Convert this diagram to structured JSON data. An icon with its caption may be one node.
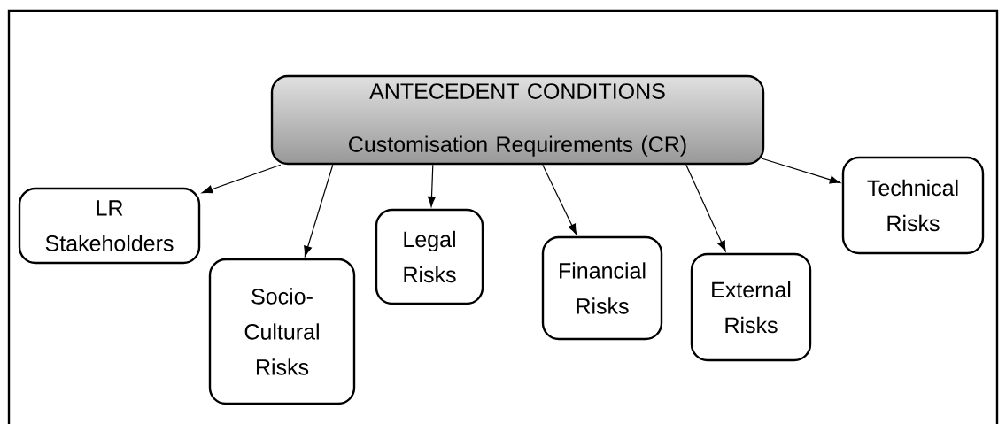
{
  "diagram": {
    "nodes": [
      {
        "text": [
          "ANTECEDENT CONDITIONS",
          "Customisation Requirements (CR)"
        ]
      },
      {
        "text": [
          "LR Stakeholders"
        ]
      },
      {
        "text": [
          "Socio-Cultural Risks"
        ]
      },
      {
        "text": [
          "Legal Risks"
        ]
      },
      {
        "text": [
          "Financial Risks"
        ]
      },
      {
        "text": [
          "External Risks"
        ]
      },
      {
        "text": [
          "Technical Risks"
        ]
      }
    ],
    "edges": [
      {
        "from": 0,
        "to": 1,
        "arrow": "to"
      },
      {
        "from": 0,
        "to": 2,
        "arrow": "to"
      },
      {
        "from": 0,
        "to": 3,
        "arrow": "to"
      },
      {
        "from": 0,
        "to": 4,
        "arrow": "to"
      },
      {
        "from": 0,
        "to": 5,
        "arrow": "to"
      },
      {
        "from": 0,
        "to": 6,
        "arrow": "to"
      }
    ]
  }
}
